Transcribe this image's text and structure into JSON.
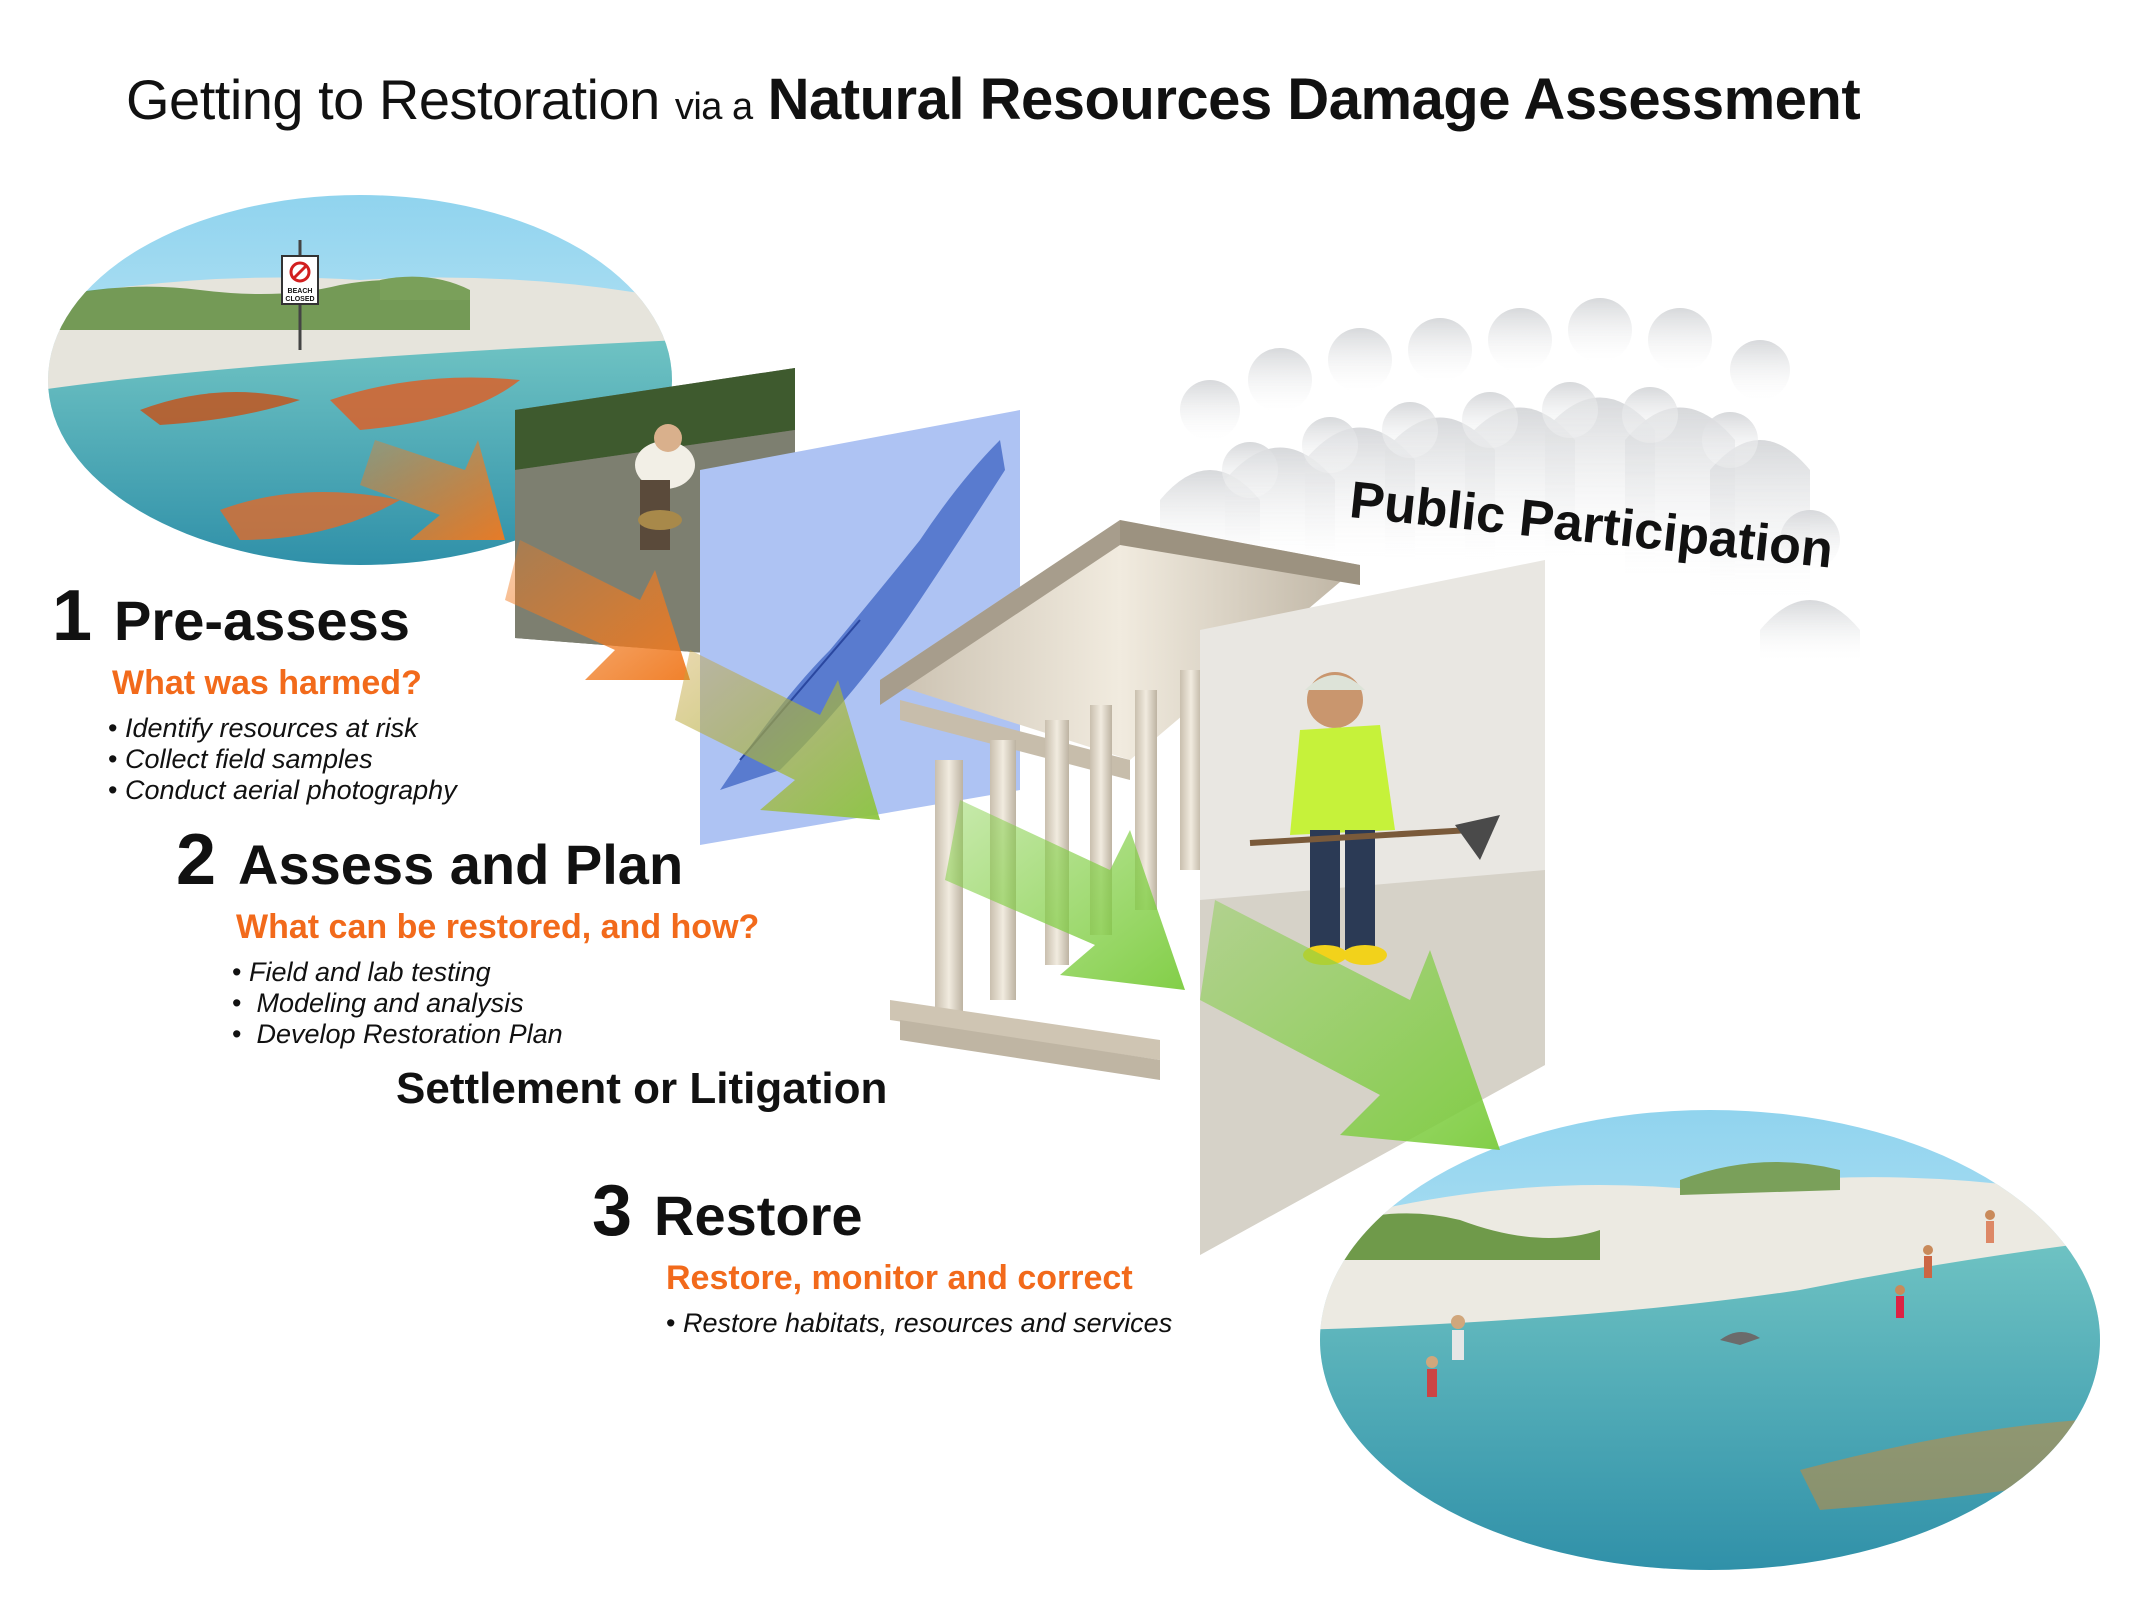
{
  "title": {
    "part1": "Getting to Restoration",
    "part2": "via a",
    "part3": "Natural Resources Damage Assessment"
  },
  "sign": {
    "text1": "BEACH",
    "text2": "CLOSED"
  },
  "public_participation": "Public Participation",
  "settlement": "Settlement or Litigation",
  "steps": [
    {
      "number": "1",
      "title": "Pre-assess",
      "question": "What was harmed?",
      "bullets": [
        "Identify resources at risk",
        "Collect field samples",
        "Conduct aerial photography"
      ]
    },
    {
      "number": "2",
      "title": "Assess and Plan",
      "question": "What can be restored, and how?",
      "bullets": [
        "Field and lab testing",
        " Modeling and analysis",
        " Develop Restoration Plan"
      ]
    },
    {
      "number": "3",
      "title": "Restore",
      "question": "Restore, monitor and correct",
      "bullets": [
        "Restore  habitats, resources and services"
      ]
    }
  ],
  "colors": {
    "accent_orange": "#f26a1b",
    "arrow_orange": "#f07a20",
    "arrow_green": "#86d04a",
    "water": "#4fb0b8",
    "sand": "#e8e4da",
    "blueprint": "#9fb6f0"
  }
}
